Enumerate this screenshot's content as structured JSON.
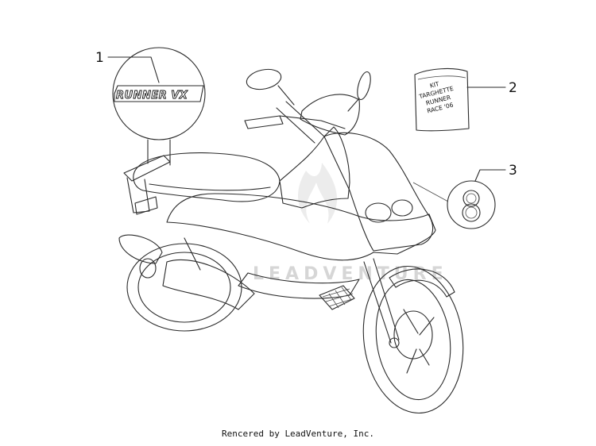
{
  "callouts": [
    {
      "number": "1",
      "part": "runner-vx-decal"
    },
    {
      "number": "2",
      "part": "plate-kit"
    },
    {
      "number": "3",
      "part": "number-decal"
    }
  ],
  "badge_text": "RUNNER VX",
  "kit_lines": [
    "KIT",
    "TARGHETTE",
    "RUNNER",
    "RACE '06"
  ],
  "ring_label": "8",
  "watermark": "LEADVENTURE",
  "footer": "Rencered by LeadVenture, Inc."
}
